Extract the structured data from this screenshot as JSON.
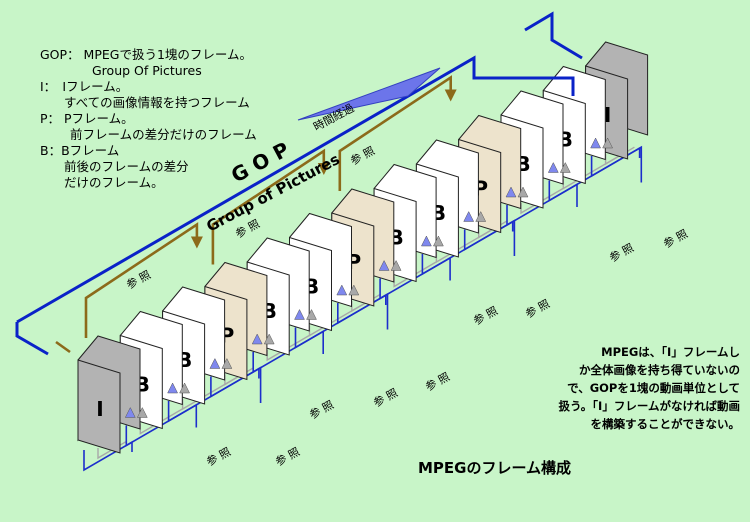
{
  "legend": {
    "gop_line1": "GOP： MPEGで扱う1塊のフレーム。",
    "gop_line2": "Group Of Pictures",
    "i_line1": "I：　Iフレーム。",
    "i_line2": "すべての画像情報を持つフレーム",
    "p_line1": "P：  Pフレーム。",
    "p_line2": "前フレームの差分だけのフレーム",
    "b_line1": "B：Bフレーム",
    "b_line2": "前後のフレームの差分",
    "b_line3": "だけのフレーム。"
  },
  "labels": {
    "gop": "G O P",
    "group_of_pictures": "Group of Pictures",
    "time_elapsed": "時間経過",
    "reference": "参 照"
  },
  "frames": [
    "I",
    "B",
    "B",
    "P",
    "B",
    "B",
    "P",
    "B",
    "B",
    "P",
    "B",
    "B",
    "I"
  ],
  "note": [
    "MPEGは、「I」フレームし",
    "か全体画像を持ち得ていないの",
    "で、GOPを1塊の動画単位として",
    "扱う。「I」フレームがなければ動画",
    "を構築することができない。"
  ],
  "caption": "MPEGのフレーム構成",
  "colors": {
    "background": "#c8f5c8",
    "i_frame": "#b3b3b3",
    "p_frame": "#ede3cc",
    "b_frame": "#ffffff",
    "gop_bracket": "#0a22c8",
    "brown_reference": "#8c6a1a",
    "blue_reference": "#1c2ecc",
    "arrow_blue": "#7f88ee",
    "arrow_gray": "#a8a8a8"
  }
}
